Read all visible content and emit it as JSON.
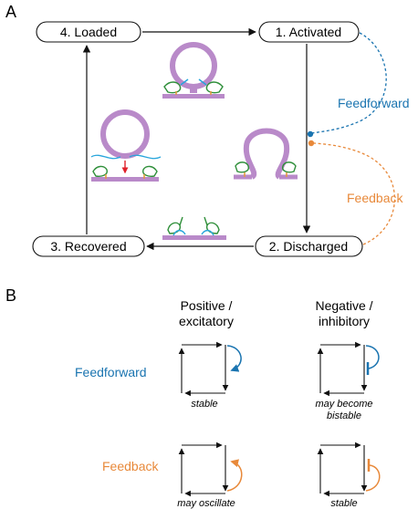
{
  "panel_a": {
    "letter": "A",
    "states": {
      "loaded": "4. Loaded",
      "activated": "1. Activated",
      "discharged": "2. Discharged",
      "recovered": "3. Recovered"
    },
    "modulators": {
      "feedforward": "Feedforward",
      "feedback": "Feedback"
    }
  },
  "panel_b": {
    "letter": "B",
    "columns": {
      "positive_line1": "Positive /",
      "positive_line2": "excitatory",
      "negative_line1": "Negative /",
      "negative_line2": "inhibitory"
    },
    "rows": {
      "feedforward": "Feedforward",
      "feedback": "Feedback"
    },
    "outcomes": {
      "ff_positive": "stable",
      "ff_negative_line1": "may become",
      "ff_negative_line2": "bistable",
      "fb_positive": "may oscillate",
      "fb_negative": "stable"
    }
  },
  "colors": {
    "feedforward": "#1a74b0",
    "feedback": "#e8893a",
    "vesicle": "#b98ac9",
    "snare_green": "#2f8f3a",
    "snare_blue": "#28a6dc",
    "snare_orange": "#e39a42",
    "fusion_arrow": "#e0202a"
  }
}
